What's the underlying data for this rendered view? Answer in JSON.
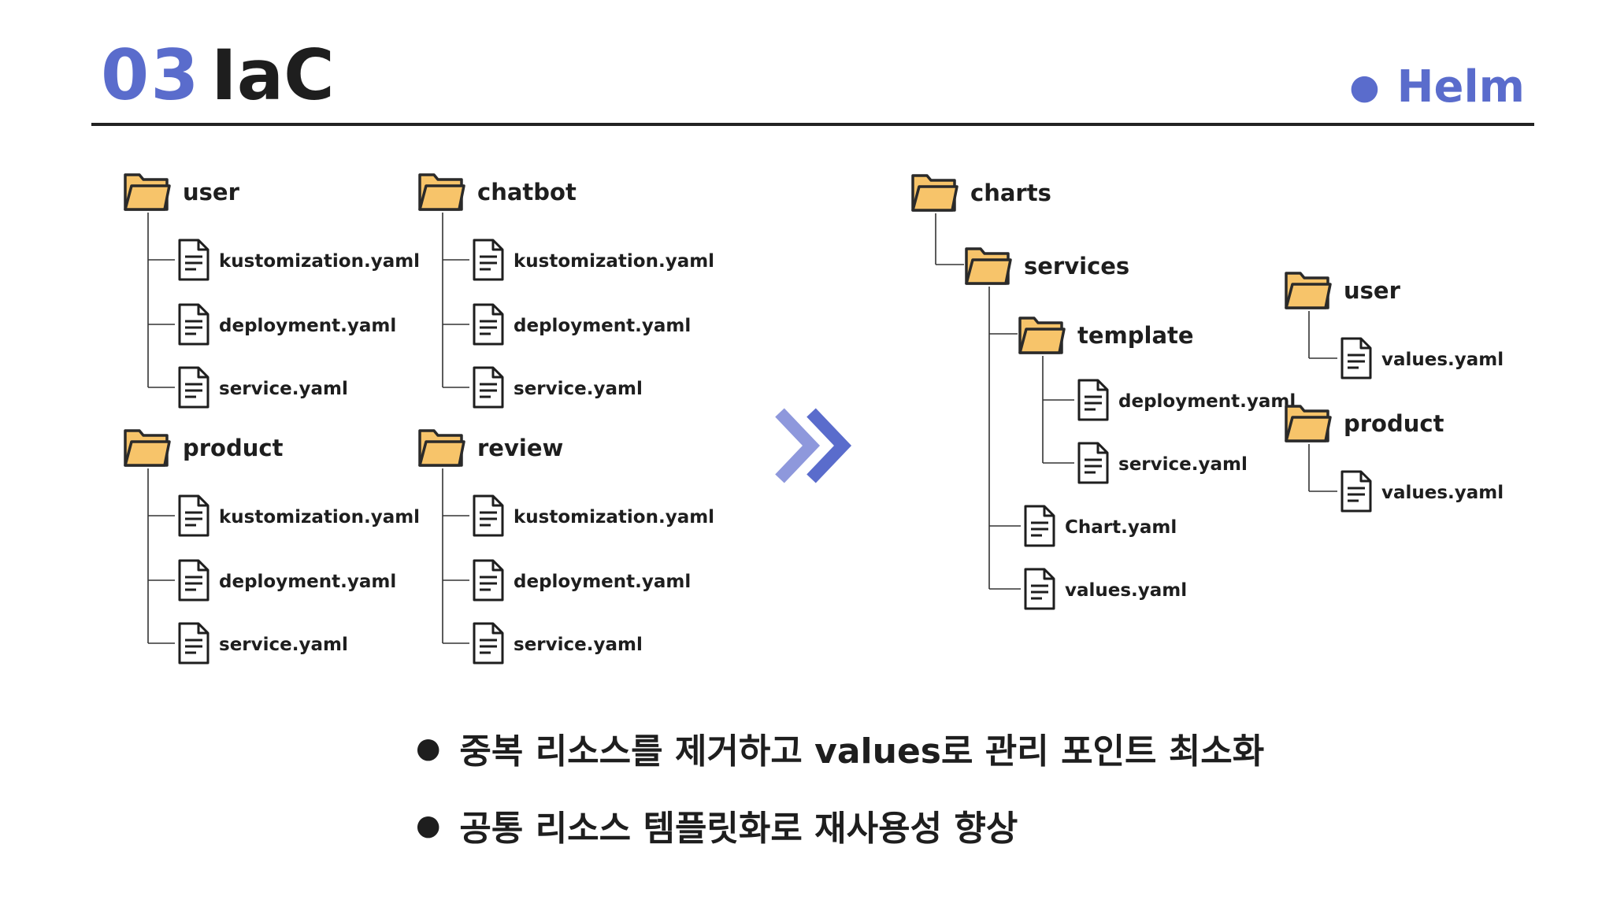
{
  "header": {
    "number": "03",
    "title": "IaC",
    "section_label": "Helm"
  },
  "left_trees": [
    {
      "folder": "user",
      "files": [
        "kustomization.yaml",
        "deployment.yaml",
        "service.yaml"
      ]
    },
    {
      "folder": "chatbot",
      "files": [
        "kustomization.yaml",
        "deployment.yaml",
        "service.yaml"
      ]
    },
    {
      "folder": "product",
      "files": [
        "kustomization.yaml",
        "deployment.yaml",
        "service.yaml"
      ]
    },
    {
      "folder": "review",
      "files": [
        "kustomization.yaml",
        "deployment.yaml",
        "service.yaml"
      ]
    }
  ],
  "helm_tree": {
    "root": "charts",
    "services": "services",
    "template": "template",
    "template_files": [
      "deployment.yaml",
      "service.yaml"
    ],
    "service_files": [
      "Chart.yaml",
      "values.yaml"
    ],
    "overrides": [
      {
        "folder": "user",
        "file": "values.yaml"
      },
      {
        "folder": "product",
        "file": "values.yaml"
      }
    ]
  },
  "bullets": [
    "중복 리소스를 제거하고 values로 관리 포인트 최소화",
    "공통 리소스 템플릿화로 재사용성 향상"
  ],
  "icons": {
    "folder": "folder-icon",
    "file": "file-icon",
    "arrow": "double-chevron-right-icon"
  },
  "colors": {
    "accent": "#5a6ccc",
    "folder_fill": "#f7c46a",
    "folder_stroke": "#2a2a2a",
    "text": "#1e1e1e"
  }
}
